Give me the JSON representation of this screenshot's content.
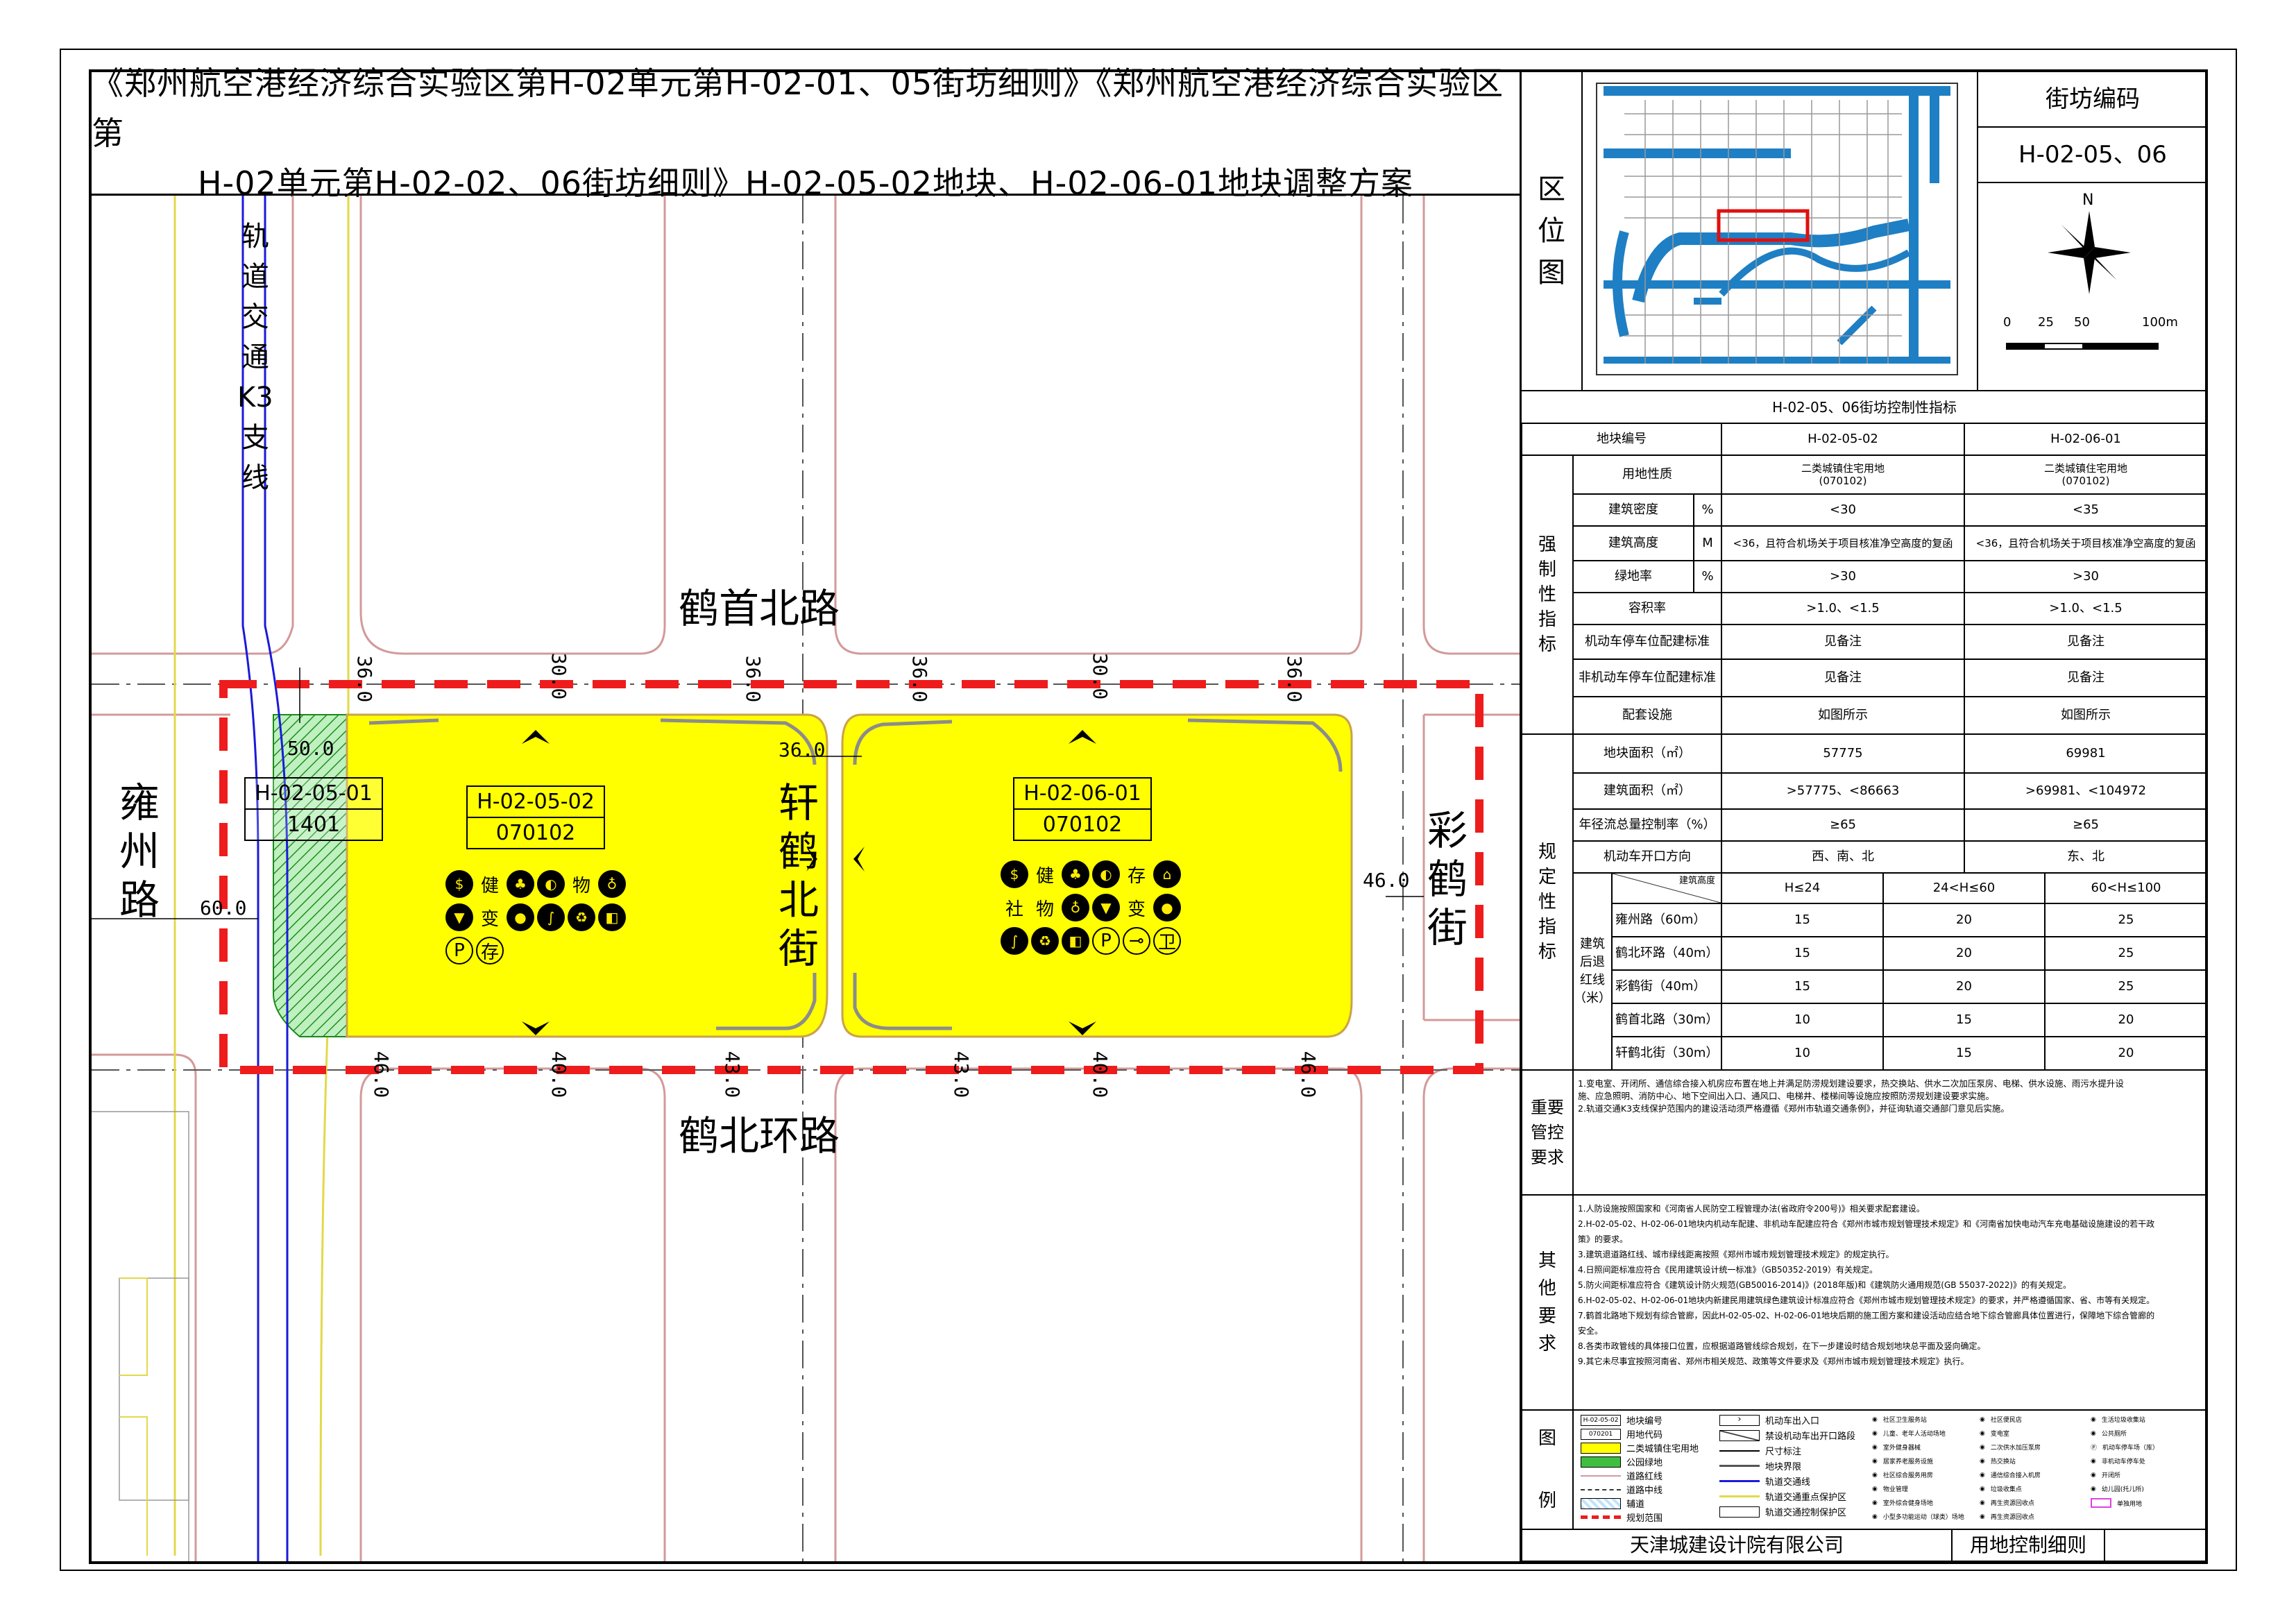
{
  "title": {
    "line1": "《郑州航空港经济综合实验区第H-02单元第H-02-01、05街坊细则》《郑州航空港经济综合实验区第",
    "line2": "H-02单元第H-02-02、06街坊细则》H-02-05-02地块、H-02-06-01地块调整方案"
  },
  "map": {
    "rail_label": [
      "轨",
      "道",
      "交",
      "通",
      "K3",
      "支",
      "线"
    ],
    "roads": {
      "north": "鹤首北路",
      "south": "鹤北环路",
      "west": [
        "雍",
        "州",
        "路"
      ],
      "middle": [
        "轩",
        "鹤",
        "北",
        "街"
      ],
      "east": [
        "彩",
        "鹤",
        "街"
      ]
    },
    "plots": [
      {
        "code": "H-02-05-02",
        "landuse": "070102"
      },
      {
        "code": "H-02-06-01",
        "landuse": "070102"
      },
      {
        "code": "H-02-05-01",
        "landuse": "1401"
      }
    ],
    "dimensions": {
      "top": [
        "36.0",
        "30.0",
        "36.0",
        "36.0",
        "30.0",
        "36.0"
      ],
      "bottom": [
        "46.0",
        "40.0",
        "43.0",
        "43.0",
        "40.0",
        "46.0"
      ],
      "middle": "36.0",
      "park_width": "50.0",
      "west_road": "60.0",
      "east_road": "46.0"
    },
    "plot1_icons": [
      "$",
      "健",
      "♣",
      "◐",
      "物",
      "♁",
      "▼",
      "变",
      "●",
      "∫",
      "♻",
      "◧",
      "P",
      "存"
    ],
    "plot2_icons": [
      "$",
      "健",
      "♣",
      "◐",
      "存",
      "⌂",
      "社",
      "物",
      "♁",
      "▼",
      "变",
      "●",
      "∫",
      "♻",
      "◧",
      "P",
      "⊸",
      "卫"
    ]
  },
  "location": {
    "label": [
      "区",
      "位",
      "图"
    ],
    "block_code_header": "街坊编码",
    "block_code": "H-02-05、06",
    "north": "N",
    "scale": [
      "0",
      "25",
      "50",
      "100m"
    ]
  },
  "table": {
    "title": "H-02-05、06街坊控制性指标",
    "plot_no_label": "地块编号",
    "plot_a": "H-02-05-02",
    "plot_b": "H-02-06-01",
    "group_mandatory": [
      "强",
      "制",
      "性",
      "指",
      "标"
    ],
    "group_regulatory": [
      "规",
      "定",
      "性",
      "指",
      "标"
    ],
    "rows": [
      {
        "name": "用地性质",
        "unit": "",
        "a": "二类城镇住宅用地\n(070102)",
        "b": "二类城镇住宅用地\n(070102)"
      },
      {
        "name": "建筑密度",
        "unit": "%",
        "a": "<30",
        "b": "<35"
      },
      {
        "name": "建筑高度",
        "unit": "M",
        "a": "<36，且符合机场关于项目核准净空高度的复函",
        "b": "<36，且符合机场关于项目核准净空高度的复函"
      },
      {
        "name": "绿地率",
        "unit": "%",
        "a": ">30",
        "b": ">30"
      },
      {
        "name": "容积率",
        "unit": "",
        "a": ">1.0、<1.5",
        "b": ">1.0、<1.5"
      },
      {
        "name": "机动车停车位配建标准",
        "unit": "",
        "a": "见备注",
        "b": "见备注"
      },
      {
        "name": "非机动车停车位配建标准",
        "unit": "",
        "a": "见备注",
        "b": "见备注"
      },
      {
        "name": "配套设施",
        "unit": "",
        "a": "如图所示",
        "b": "如图所示"
      },
      {
        "name": "地块面积（㎡）",
        "unit": "",
        "a": "57775",
        "b": "69981"
      },
      {
        "name": "建筑面积（㎡）",
        "unit": "",
        "a": ">57775、<86663",
        "b": ">69981、<104972"
      },
      {
        "name": "年径流总量控制率（%）",
        "unit": "",
        "a": "≥65",
        "b": "≥65"
      },
      {
        "name": "机动车开口方向",
        "unit": "",
        "a": "西、南、北",
        "b": "东、北"
      }
    ],
    "setback_label": [
      "建筑",
      "后退",
      "红线",
      "（米）"
    ],
    "setback_header": {
      "diag": "建筑高度",
      "h1": "H≤24",
      "h2": "24<H≤60",
      "h3": "60<H≤100"
    },
    "setbacks": [
      {
        "road": "雍州路（60m）",
        "v": [
          "15",
          "20",
          "25"
        ]
      },
      {
        "road": "鹤北环路（40m）",
        "v": [
          "15",
          "20",
          "25"
        ]
      },
      {
        "road": "彩鹤街（40m）",
        "v": [
          "15",
          "20",
          "25"
        ]
      },
      {
        "road": "鹤首北路（30m）",
        "v": [
          "10",
          "15",
          "20"
        ]
      },
      {
        "road": "轩鹤北街（30m）",
        "v": [
          "10",
          "15",
          "20"
        ]
      }
    ],
    "important_label": [
      "重要",
      "管控",
      "要求"
    ],
    "important_text": [
      "1.变电室、开闭所、通信综合接入机房应布置在地上并满足防涝规划建设要求，热交换站、供水二次加压泵房、电梯、供水设施、雨污水提升设",
      "施、应急照明、消防中心、地下空间出入口、通风口、电梯井、楼梯间等设施应按照防涝规划建设要求实施。",
      "2.轨道交通K3支线保护范围内的建设活动须严格遵循《郑州市轨道交通条例》，并征询轨道交通部门意见后实施。"
    ],
    "other_label": [
      "其",
      "他",
      "要",
      "求"
    ],
    "other_text": [
      "1.人防设施按照国家和《河南省人民防空工程管理办法(省政府令200号)》相关要求配套建设。",
      "2.H-02-05-02、H-02-06-01地块内机动车配建、非机动车配建应符合《郑州市城市规划管理技术规定》和《河南省加快电动汽车充电基础设施建设的若干政",
      "策》的要求。",
      "3.建筑退道路红线、城市绿线距离按照《郑州市城市规划管理技术规定》的规定执行。",
      "4.日照间距标准应符合《民用建筑设计统一标准》（GB50352-2019）有关规定。",
      "5.防火间距标准应符合《建筑设计防火规范(GB50016-2014)》(2018年版)和《建筑防火通用规范(GB 55037-2022)》的有关规定。",
      "6.H-02-05-02、H-02-06-01地块内新建民用建筑绿色建筑设计标准应符合《郑州市城市规划管理技术规定》的要求，并严格遵循国家、省、市等有关规定。",
      "7.鹤首北路地下规划有综合管廊，因此H-02-05-02、H-02-06-01地块后期的施工图方案和建设活动应结合地下综合管廊具体位置进行，保障地下综合管廊的",
      "安全。",
      "8.各类市政管线的具体接口位置，应根据道路管线综合规划，在下一步建设时结合规划地块总平面及竖向确定。",
      "9.其它未尽事宜按照河南省、郑州市相关规范、政策等文件要求及《郑州市城市规划管理技术规定》执行。"
    ],
    "legend_label": [
      "图",
      "例"
    ],
    "legend_col1": [
      "地块编号",
      "用地代码",
      "二类城镇住宅用地",
      "公园绿地",
      "道路红线",
      "道路中线",
      "辅道",
      "规划范围"
    ],
    "legend_col1_samples": [
      "H-02-05-02",
      "070201"
    ],
    "legend_col2": [
      "机动车出入口",
      "禁设机动车出开口路段",
      "尺寸标注",
      "地块界限",
      "轨道交通线",
      "轨道交通重点保护区",
      "轨道交通控制保护区"
    ],
    "legend_col3": [
      "社区卫生服务站",
      "儿童、老年人活动场地",
      "室外健身器械",
      "居家养老服务设施",
      "社区综合服务用房",
      "物业管理",
      "室外综合健身场地",
      "小型多功能运动（球类）场地"
    ],
    "legend_col4": [
      "社区便民店",
      "变电室",
      "二次供水加压泵房",
      "热交换站",
      "通信综合接入机房",
      "垃圾收集点",
      "再生资源回收点",
      "再生资源回收点"
    ],
    "legend_col5": [
      "生活垃圾收集站",
      "公共厕所",
      "机动车停车场（库）",
      "非机动车停车处",
      "开闭所",
      "幼儿园(托儿所)",
      "单独用地"
    ],
    "footer_company": "天津城建设计院有限公司",
    "footer_type": "用地控制细则"
  },
  "colors": {
    "residential": "#ffff00",
    "park": "#3fbf3f",
    "planning_boundary": "#ee1c1c",
    "rail": "#1a1adb",
    "road_red": "#d9a3a3",
    "rail_protect": "#e8e25a"
  }
}
